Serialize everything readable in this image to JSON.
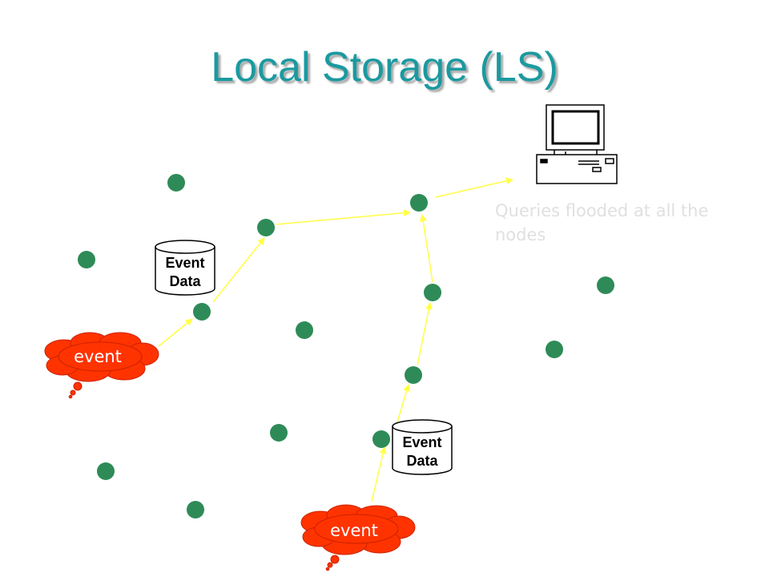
{
  "title": "Local Storage (LS)",
  "caption": "Queries flooded at all the nodes",
  "event_label": "event",
  "storage_label": {
    "line1": "Event",
    "line2": "Data"
  },
  "colors": {
    "title": "#1a9aa0",
    "node": "#2e8b57",
    "edge": "#ffff44",
    "cloud": "#ff3300",
    "caption": "#e0e0e0"
  },
  "icons": [
    "desktop-computer-icon",
    "database-cylinder-icon",
    "thought-cloud-icon"
  ]
}
